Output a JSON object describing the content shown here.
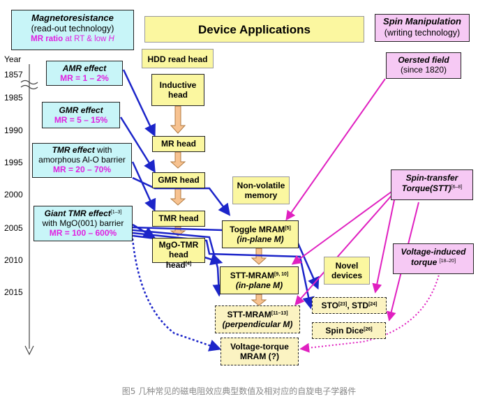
{
  "header": {
    "mr_title": "Magnetoresistance",
    "mr_sub": "(read-out technology)",
    "mr_ratio_a": "MR ratio",
    "mr_ratio_b": " at RT & low ",
    "mr_ratio_h": "H",
    "apps_title": "Device Applications",
    "spin_title": "Spin Manipulation",
    "spin_sub": "(writing technology)"
  },
  "timeline": {
    "label": "Year",
    "years": [
      "1857",
      "1985",
      "1990",
      "1995",
      "2000",
      "2005",
      "2010",
      "2015"
    ]
  },
  "effects": {
    "amr": {
      "title": "AMR effect",
      "mr": "MR = 1 – 2%"
    },
    "gmr": {
      "title": "GMR effect",
      "mr": "MR = 5 – 15%"
    },
    "tmr": {
      "title": "TMR effect",
      "title_tail": " with",
      "line2": "amorphous Al-O barrier",
      "mr": "MR = 20 – 70%"
    },
    "gtmr": {
      "title": "Giant TMR effect",
      "ref": "[1–3]",
      "line2": "with MgO(001) barrier",
      "mr": "MR = 100 – 600%"
    }
  },
  "devices": {
    "hdd_label": "HDD read head",
    "inductive": "Inductive head",
    "mr_head": "MR head",
    "gmr_head": "GMR head",
    "tmr_head": "TMR head",
    "mgo_tmr": "MgO-TMR head",
    "mgo_ref": "[4]",
    "nonvolatile": "Non-volatile memory",
    "toggle": "Toggle MRAM",
    "toggle_ref": "[5]",
    "toggle_sub": "(in-plane M)",
    "stt1": "STT-MRAM",
    "stt1_ref": "[9, 10]",
    "stt1_sub": "(in-plane M)",
    "stt2": "STT-MRAM",
    "stt2_ref": "[11–13]",
    "stt2_sub": "(perpendicular M)",
    "novel": "Novel devices",
    "sto": "STO",
    "sto_ref": "[23]",
    "std": ", STD",
    "std_ref": "[24]",
    "spin_dice": "Spin Dice",
    "spin_dice_ref": "[26]",
    "vt_mram": "Voltage-torque MRAM (?)"
  },
  "spin": {
    "oersted": "Oersted field",
    "oersted_since": "(since 1820)",
    "stt_title": "Spin-transfer Torque(STT)",
    "stt_ref": "[6–8]",
    "vit_title": "Voltage-induced torque",
    "vit_ref": "[18–20]"
  },
  "colors": {
    "blue": "#1c25c9",
    "magenta": "#e020c0",
    "cyan": "#c8f5f8",
    "yellow": "#fbf7a0",
    "pink": "#f6c9f4",
    "orange": "#f7c290"
  },
  "caption": "图5 几种常见的磁电阻效应典型数值及相对应的自旋电子学器件"
}
